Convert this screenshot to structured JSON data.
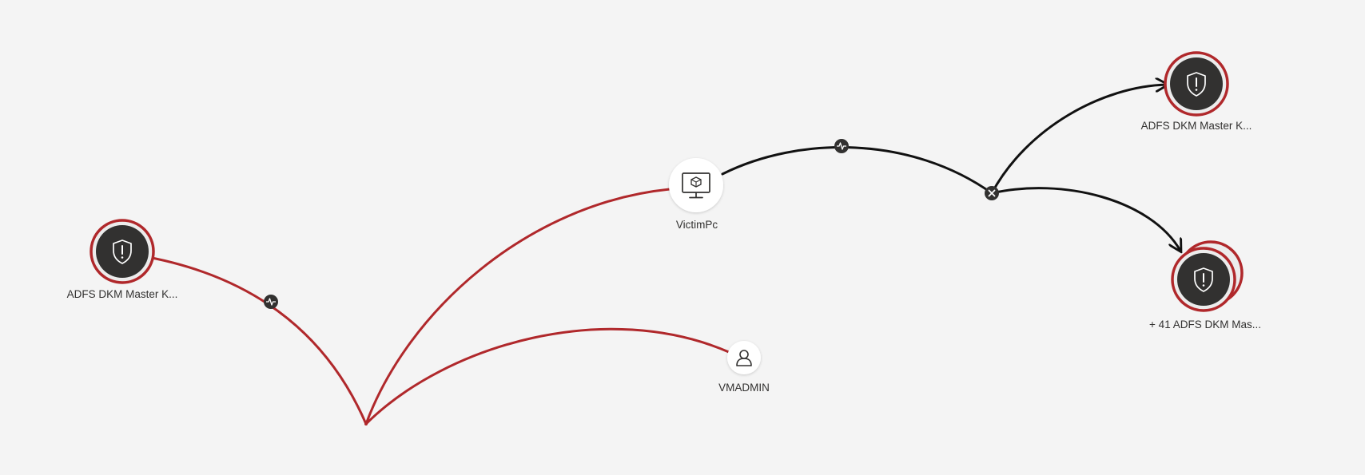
{
  "nodes": {
    "alert_left": {
      "label": "ADFS DKM Master K...",
      "icon": "shield-alert-icon",
      "kind": "alert"
    },
    "alert_top": {
      "label": "ADFS DKM Master K...",
      "icon": "shield-alert-icon",
      "kind": "alert"
    },
    "alert_group": {
      "label": "+ 41 ADFS DKM Mas...",
      "icon": "shield-alert-icon",
      "kind": "alert-group"
    },
    "device": {
      "label": "VictimPc",
      "icon": "monitor-icon",
      "kind": "device"
    },
    "user": {
      "label": "VMADMIN",
      "icon": "user-icon",
      "kind": "user"
    }
  },
  "edge_markers": [
    {
      "icon": "activity-icon"
    },
    {
      "icon": "activity-icon"
    },
    {
      "icon": "close-icon"
    }
  ],
  "colors": {
    "background": "#f4f4f4",
    "alert_ring": "#b0282b",
    "alert_fill": "#323130",
    "edge_red": "#b0282b",
    "edge_black": "#111111",
    "node_white": "#ffffff"
  }
}
